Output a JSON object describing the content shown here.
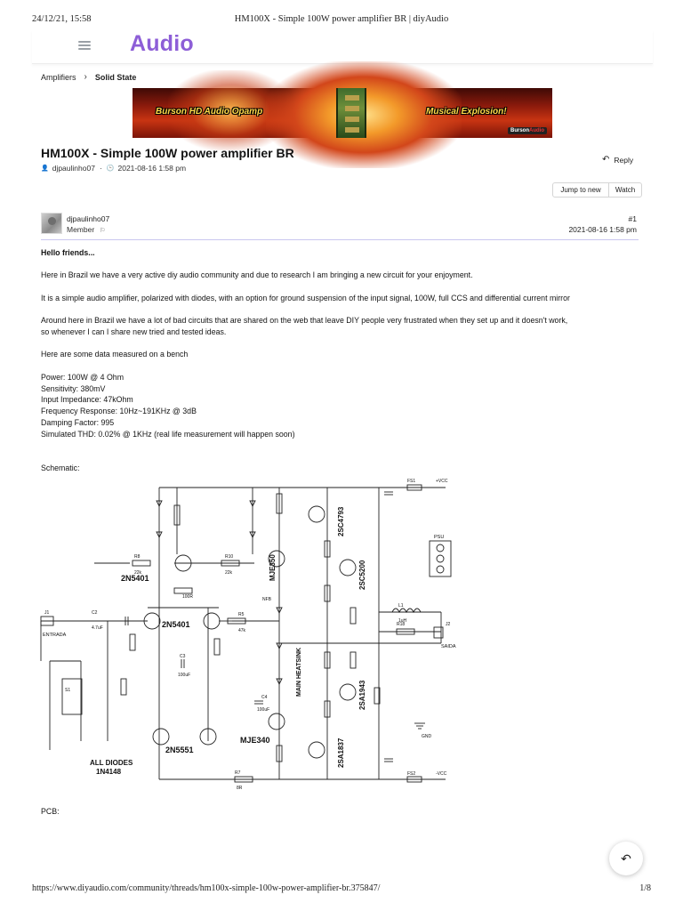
{
  "print": {
    "datetime": "24/12/21, 15:58",
    "title": "HM100X - Simple 100W power amplifier BR | diyAudio",
    "url": "https://www.diyaudio.com/community/threads/hm100x-simple-100w-power-amplifier-br.375847/",
    "page": "1/8"
  },
  "header": {
    "logo": "Audio",
    "menu_icon": "hamburger-icon"
  },
  "breadcrumb": {
    "items": [
      "Amplifiers",
      "Solid State"
    ]
  },
  "banner": {
    "left_text": "Burson HD Audio Opamp",
    "right_text": "Musical Explosion!",
    "brand": "Burson",
    "brand_accent": "Audio"
  },
  "thread": {
    "title": "HM100X - Simple 100W power amplifier BR",
    "author": "djpaulinho07",
    "date": "2021-08-16 1:58 pm",
    "reply_label": "Reply",
    "jump_label": "Jump to new",
    "watch_label": "Watch"
  },
  "post": {
    "author": "djpaulinho07",
    "role": "Member",
    "number": "#1",
    "date": "2021-08-16 1:58 pm",
    "greeting": "Hello friends...",
    "p1": "Here in Brazil we have a very active diy audio community and due to research I am bringing a new circuit for your enjoyment.",
    "p2": "It is a simple audio amplifier, polarized with diodes, with an option for ground suspension of the input signal, 100W, full CCS and differential current mirror",
    "p3a": "Around here in Brazil we have a lot of bad circuits that are shared on the web that leave DIY people very frustrated when they set up and it doesn't work,",
    "p3b": "so whenever I can I share new tried and tested ideas.",
    "p4": "Here are some data measured on a bench",
    "specs": [
      "Power: 100W @ 4 Ohm",
      "Sensitivity: 380mV",
      "Input Impedance: 47kOhm",
      "Frequency Response: 10Hz~191KHz @ 3dB",
      "Damping Factor: 995",
      "Simulated THD: 0.02% @ 1KHz (real life measurement will happen soon)"
    ],
    "schematic_label": "Schematic:",
    "pcb_label": "PCB:"
  },
  "schematic": {
    "labels": {
      "q_2n5401": "2N5401",
      "q_2n5401_pair": "2N5401",
      "q_2n5551": "2N5551",
      "q_mje350": "MJE350",
      "q_mje340": "MJE340",
      "q_2sc4793": "2SC4793",
      "q_2sc5200": "2SC5200",
      "q_2sa1943": "2SA1943",
      "q_2sa1837": "2SA1837",
      "heatsink": "MAIN HEATSINK",
      "diodes_1": "ALL DIODES",
      "diodes_2": "1N4148",
      "entrada": "ENTRADA",
      "saida": "SAIDA",
      "psu": "PSU",
      "fs1": "FS1",
      "fs2": "FS2",
      "vcc_pos": "+VCC",
      "vcc_neg": "-VCC",
      "gnd": "GND",
      "nfb": "NFB",
      "j1": "J1",
      "j2": "J2",
      "l1": "L1",
      "l1_val": "1uH",
      "r1_val": "100R",
      "r7": "R7",
      "r7_val": "8R",
      "s1": "S1",
      "r8": "R8",
      "r10": "R10",
      "r5": "R5",
      "r18": "R18",
      "c2": "C2",
      "c3": "C3",
      "c4": "C4",
      "cap100": "100uF",
      "cap47": "4.7uF",
      "r22k": "22k",
      "r47k": "47k"
    }
  }
}
